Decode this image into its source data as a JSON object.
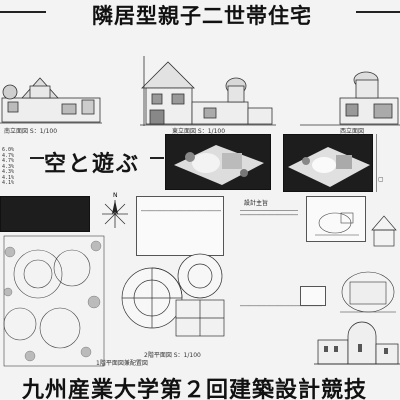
{
  "title": "隣居型親子二世帯住宅",
  "subtitle": "空と遊ぶ",
  "footer": "九州産業大学第２回建築設計競技",
  "captions": {
    "elevation_scale": "S：1/100",
    "floor_plan": "2階平面図 S：1/100",
    "design_intent": "設計主旨"
  },
  "legend_rows": [
    "6.0%",
    "4.7%",
    "4.7%",
    "4.3%",
    "4.3%",
    "4.1%",
    "4.1%"
  ]
}
